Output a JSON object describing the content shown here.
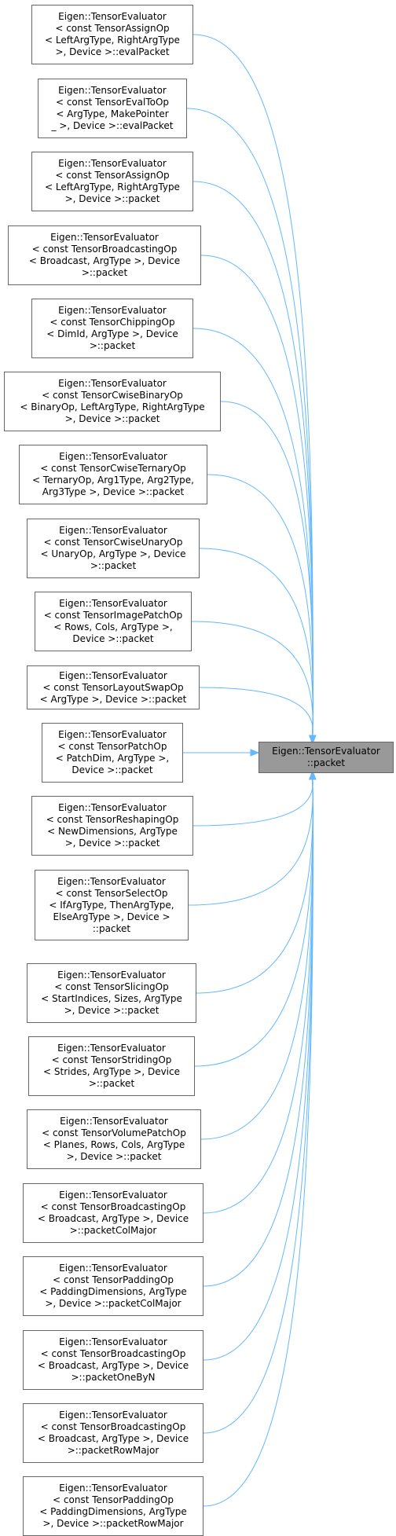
{
  "graph": {
    "edge_color": "#63b8ff",
    "node_border_color": "#666666",
    "target_fill": "#999999",
    "target": {
      "lines": [
        "Eigen::TensorEvaluator",
        "::packet"
      ]
    },
    "callers": [
      {
        "lines": [
          "Eigen::TensorEvaluator",
          "< const TensorAssignOp",
          "< LeftArgType, RightArgType",
          ">, Device >::evalPacket"
        ]
      },
      {
        "lines": [
          "Eigen::TensorEvaluator",
          "< const TensorEvalToOp",
          "< ArgType, MakePointer",
          "_ >, Device >::evalPacket"
        ]
      },
      {
        "lines": [
          "Eigen::TensorEvaluator",
          "< const TensorAssignOp",
          "< LeftArgType, RightArgType",
          ">, Device >::packet"
        ]
      },
      {
        "lines": [
          "Eigen::TensorEvaluator",
          "< const TensorBroadcastingOp",
          "< Broadcast, ArgType >, Device",
          ">::packet"
        ]
      },
      {
        "lines": [
          "Eigen::TensorEvaluator",
          "< const TensorChippingOp",
          "< DimId, ArgType >, Device",
          ">::packet"
        ]
      },
      {
        "lines": [
          "Eigen::TensorEvaluator",
          "< const TensorCwiseBinaryOp",
          "< BinaryOp, LeftArgType, RightArgType",
          ">, Device >::packet"
        ]
      },
      {
        "lines": [
          "Eigen::TensorEvaluator",
          "< const TensorCwiseTernaryOp",
          "< TernaryOp, Arg1Type, Arg2Type,",
          "Arg3Type >, Device >::packet"
        ]
      },
      {
        "lines": [
          "Eigen::TensorEvaluator",
          "< const TensorCwiseUnaryOp",
          "< UnaryOp, ArgType >, Device",
          ">::packet"
        ]
      },
      {
        "lines": [
          "Eigen::TensorEvaluator",
          "< const TensorImagePatchOp",
          "< Rows, Cols, ArgType >,",
          "Device >::packet"
        ]
      },
      {
        "lines": [
          "Eigen::TensorEvaluator",
          "< const TensorLayoutSwapOp",
          "< ArgType >, Device >::packet"
        ]
      },
      {
        "lines": [
          "Eigen::TensorEvaluator",
          "< const TensorPatchOp",
          "< PatchDim, ArgType >,",
          "Device >::packet"
        ]
      },
      {
        "lines": [
          "Eigen::TensorEvaluator",
          "< const TensorReshapingOp",
          "< NewDimensions, ArgType",
          ">, Device >::packet"
        ]
      },
      {
        "lines": [
          "Eigen::TensorEvaluator",
          "< const TensorSelectOp",
          "< IfArgType, ThenArgType,",
          "ElseArgType >, Device >",
          "::packet"
        ]
      },
      {
        "lines": [
          "Eigen::TensorEvaluator",
          "< const TensorSlicingOp",
          "< StartIndices, Sizes, ArgType",
          ">, Device >::packet"
        ]
      },
      {
        "lines": [
          "Eigen::TensorEvaluator",
          "< const TensorStridingOp",
          "< Strides, ArgType >, Device",
          ">::packet"
        ]
      },
      {
        "lines": [
          "Eigen::TensorEvaluator",
          "< const TensorVolumePatchOp",
          "< Planes, Rows, Cols, ArgType",
          ">, Device >::packet"
        ]
      },
      {
        "lines": [
          "Eigen::TensorEvaluator",
          "< const TensorBroadcastingOp",
          "< Broadcast, ArgType >, Device",
          ">::packetColMajor"
        ]
      },
      {
        "lines": [
          "Eigen::TensorEvaluator",
          "< const TensorPaddingOp",
          "< PaddingDimensions, ArgType",
          ">, Device >::packetColMajor"
        ]
      },
      {
        "lines": [
          "Eigen::TensorEvaluator",
          "< const TensorBroadcastingOp",
          "< Broadcast, ArgType >, Device",
          ">::packetOneByN"
        ]
      },
      {
        "lines": [
          "Eigen::TensorEvaluator",
          "< const TensorBroadcastingOp",
          "< Broadcast, ArgType >, Device",
          ">::packetRowMajor"
        ]
      },
      {
        "lines": [
          "Eigen::TensorEvaluator",
          "< const TensorPaddingOp",
          "< PaddingDimensions, ArgType",
          ">, Device >::packetRowMajor"
        ]
      }
    ]
  }
}
